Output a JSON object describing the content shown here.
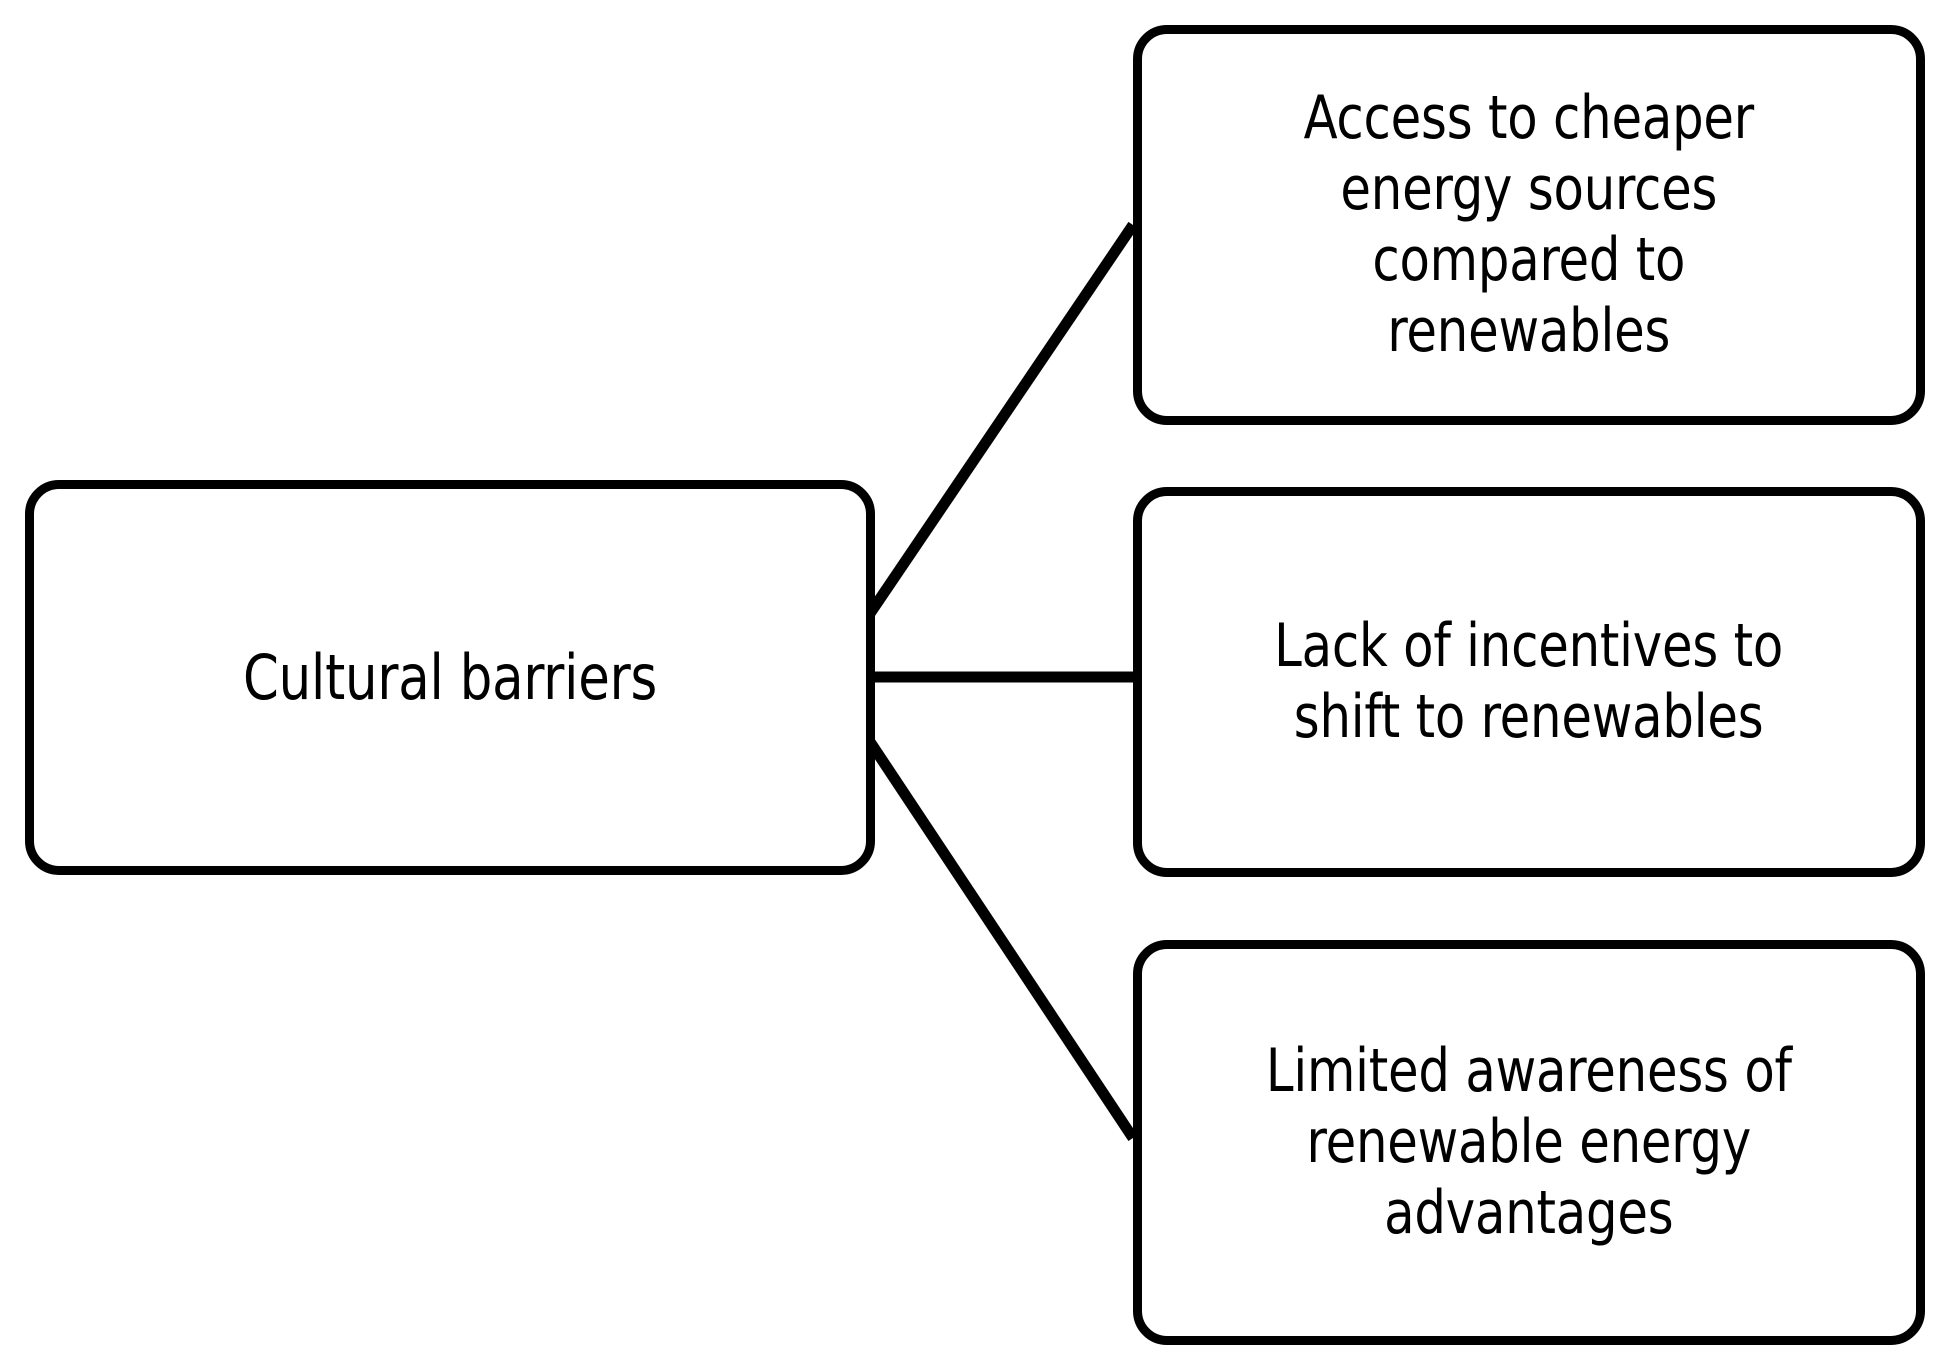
{
  "diagram": {
    "type": "horizontal-tree",
    "background_color": "#ffffff",
    "line_color": "#000000",
    "text_color": "#000000",
    "root": {
      "label": "Cultural barriers"
    },
    "branches": [
      {
        "label": "Access to cheaper\nenergy sources\ncompared to\nrenewables"
      },
      {
        "label": "Lack of incentives to\nshift to renewables"
      },
      {
        "label": "Limited awareness of\nrenewable energy\nadvantages"
      }
    ]
  }
}
